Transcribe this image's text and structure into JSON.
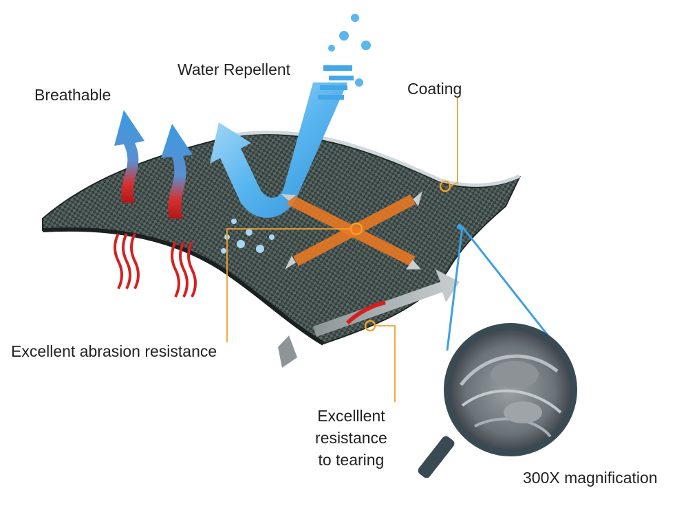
{
  "labels": {
    "breathable": "Breathable",
    "water_repellent": "Water Repellent",
    "coating": "Coating",
    "abrasion": "Excellent abrasion resistance",
    "tearing_lines": [
      "Excelllent",
      "resistance",
      "to tearing"
    ],
    "magnification": "300X magnification"
  },
  "colors": {
    "fabric_dark": "#2f3a38",
    "fabric_weave": "#4f5c58",
    "coating_edge": "#cfd8dc",
    "arrow_blue": "#2f8fd8",
    "arrow_red": "#d62020",
    "water_blue": "#44a8e8",
    "abrasion_orange": "#f07a20",
    "leader_orange": "#f0a030",
    "magnifier_line": "#3ca0e0",
    "handle": "#3a4a52"
  },
  "icons": [
    "breathable-arrow-icon",
    "heat-wave-icon",
    "water-drop-icon",
    "magnifier-icon"
  ]
}
